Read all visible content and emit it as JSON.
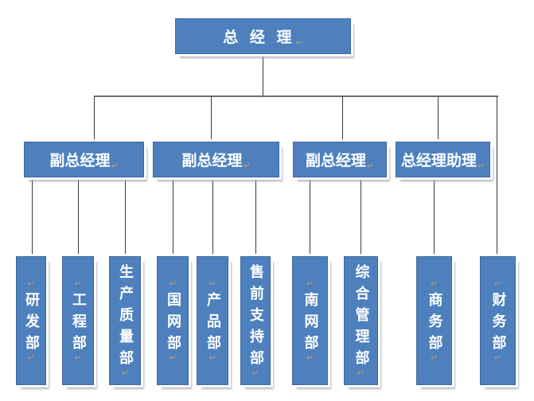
{
  "org": {
    "return_mark": "↵",
    "root": {
      "label": "总 经 理"
    },
    "managers": [
      {
        "label": "副总经理"
      },
      {
        "label": "副总经理"
      },
      {
        "label": "副总经理"
      },
      {
        "label": "总经理助理"
      }
    ],
    "departments": [
      {
        "label": "研发部",
        "lead_return": true
      },
      {
        "label": "工程部",
        "lead_return": true
      },
      {
        "label": "生产质量部",
        "lead_return": false
      },
      {
        "label": "国网部",
        "lead_return": true
      },
      {
        "label": "产品部",
        "lead_return": true
      },
      {
        "label": "售前支持部",
        "lead_return": false
      },
      {
        "label": "南网部",
        "lead_return": true
      },
      {
        "label": "综合管理部",
        "lead_return": false
      },
      {
        "label": "商务部",
        "lead_return": true
      },
      {
        "label": "财务部",
        "lead_return": true
      }
    ],
    "hierarchy": [
      {
        "manager": "副总经理",
        "departments": [
          "研发部",
          "工程部",
          "生产质量部"
        ]
      },
      {
        "manager": "副总经理",
        "departments": [
          "国网部",
          "产品部",
          "售前支持部"
        ]
      },
      {
        "manager": "副总经理",
        "departments": [
          "南网部",
          "综合管理部"
        ]
      },
      {
        "manager": "总经理助理",
        "departments": [
          "商务部"
        ]
      }
    ],
    "root_direct_departments": [
      "财务部"
    ],
    "colors": {
      "box_fill": "#4d80bd",
      "box_border": "#3e689e",
      "box_frame": "#ffffff",
      "box_shadow": "#98a0af",
      "text": "#ffffff",
      "connector": "#3a3a3a",
      "return_mark": "#b59a6e",
      "background": "#ffffff"
    }
  }
}
